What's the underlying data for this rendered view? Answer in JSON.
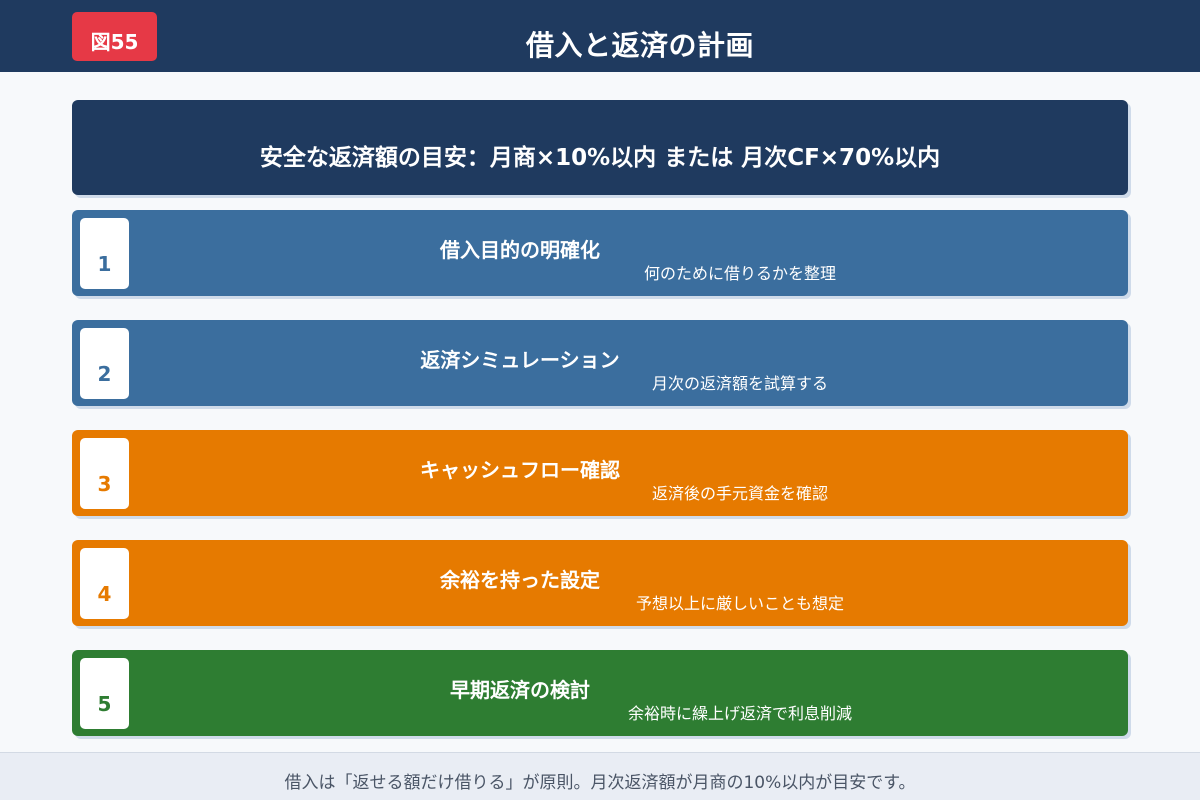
{
  "header": {
    "badge": "図55",
    "title": "借入と返済の計画",
    "bg_color": "#1f3a5f",
    "badge_color": "#e63946"
  },
  "banner": {
    "text": "安全な返済額の目安：月商×10%以内 または 月次CF×70%以内"
  },
  "steps": [
    {
      "number": "1",
      "title": "借入目的の明確化",
      "subtitle": "何のために借りるかを整理",
      "color": "#3b6e9e"
    },
    {
      "number": "2",
      "title": "返済シミュレーション",
      "subtitle": "月次の返済額を試算する",
      "color": "#3b6e9e"
    },
    {
      "number": "3",
      "title": "キャッシュフロー確認",
      "subtitle": "返済後の手元資金を確認",
      "color": "#e67a00"
    },
    {
      "number": "4",
      "title": "余裕を持った設定",
      "subtitle": "予想以上に厳しいことも想定",
      "color": "#e67a00"
    },
    {
      "number": "5",
      "title": "早期返済の検討",
      "subtitle": "余裕時に繰上げ返済で利息削減",
      "color": "#2e7d32"
    }
  ],
  "footer": {
    "note": "借入は「返せる額だけ借りる」が原則。月次返済額が月商の10%以内が目安です。"
  }
}
